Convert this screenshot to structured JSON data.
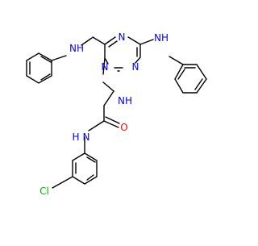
{
  "molecule": {
    "atoms": {
      "ring_n_top": "N",
      "ring_n_left": "N",
      "ring_n_right": "N",
      "nh_left": "NH",
      "nh_right": "NH",
      "nh_link": "NH",
      "amide_n": "N",
      "amide_h": "H",
      "carbonyl_o": "O",
      "chlorine": "Cl"
    },
    "colors": {
      "bond": "#000000",
      "nitrogen": "#0000ff",
      "oxygen": "#ff0000",
      "chlorine": "#00b000"
    }
  }
}
